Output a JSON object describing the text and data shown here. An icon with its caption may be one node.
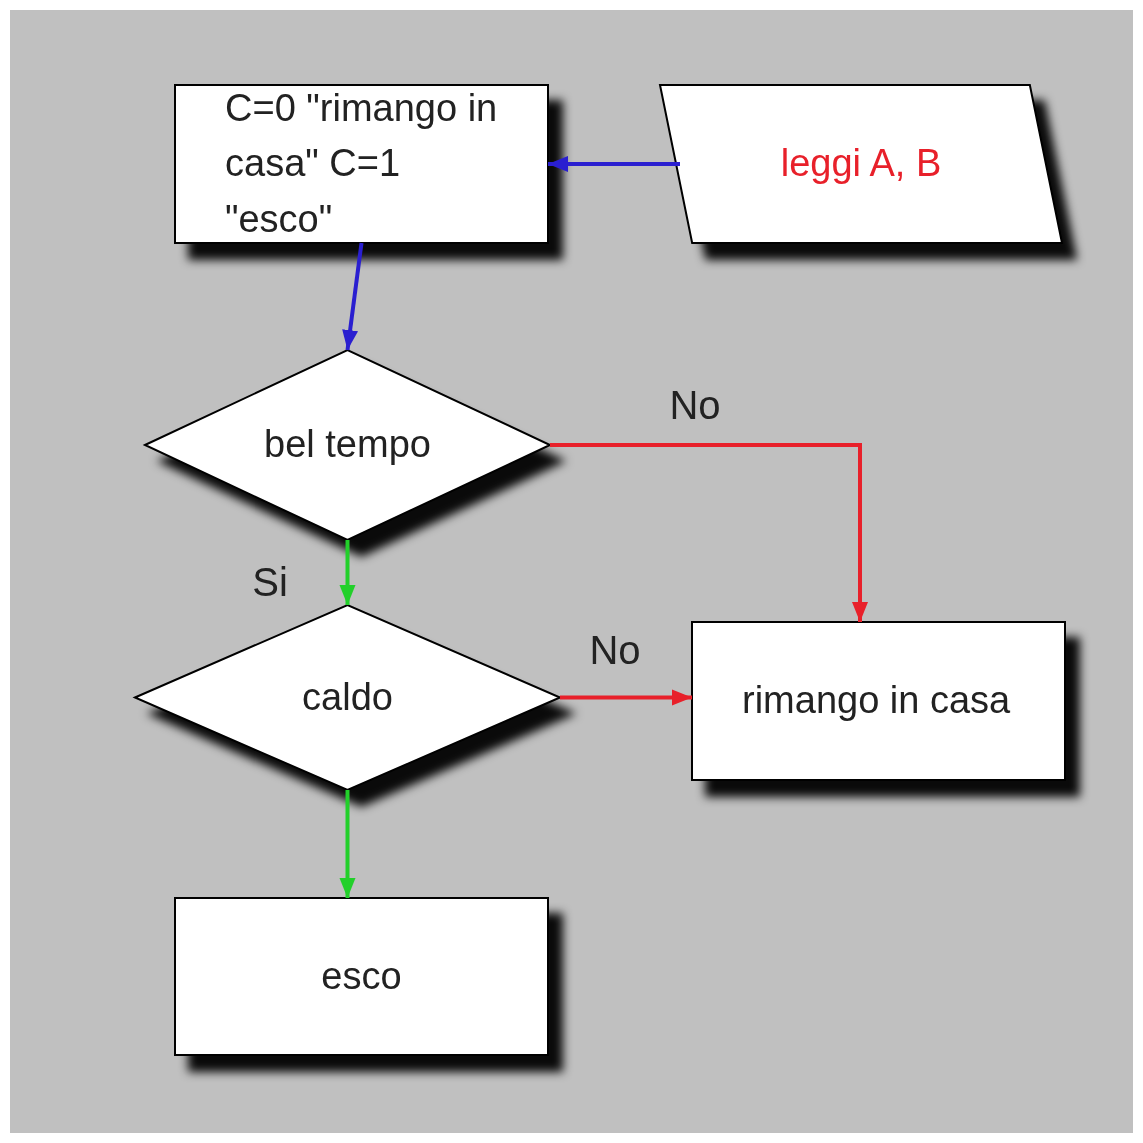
{
  "diagram": {
    "nodes": [
      {
        "text": [
          "C=0 \"rimango in casa\" C=1 \"esco\""
        ]
      },
      {
        "text": [
          "leggi A, B"
        ]
      },
      {
        "text": [
          "bel tempo"
        ]
      },
      {
        "text": [
          "caldo"
        ]
      },
      {
        "text": [
          "rimango in casa"
        ]
      },
      {
        "text": [
          "esco"
        ]
      }
    ],
    "edges": [
      {
        "from": 1,
        "to": 0,
        "arrow": "to",
        "color": "#2a1fd0"
      },
      {
        "from": 0,
        "to": 2,
        "arrow": "to",
        "color": "#2a1fd0"
      },
      {
        "from": 2,
        "to": 4,
        "arrow": "to",
        "label": "No",
        "color": "#e8202a"
      },
      {
        "from": 2,
        "to": 3,
        "arrow": "to",
        "label": "Si",
        "color": "#22d02a"
      },
      {
        "from": 3,
        "to": 4,
        "arrow": "to",
        "label": "No",
        "color": "#e8202a"
      },
      {
        "from": 3,
        "to": 5,
        "arrow": "to",
        "color": "#22d02a"
      }
    ]
  }
}
